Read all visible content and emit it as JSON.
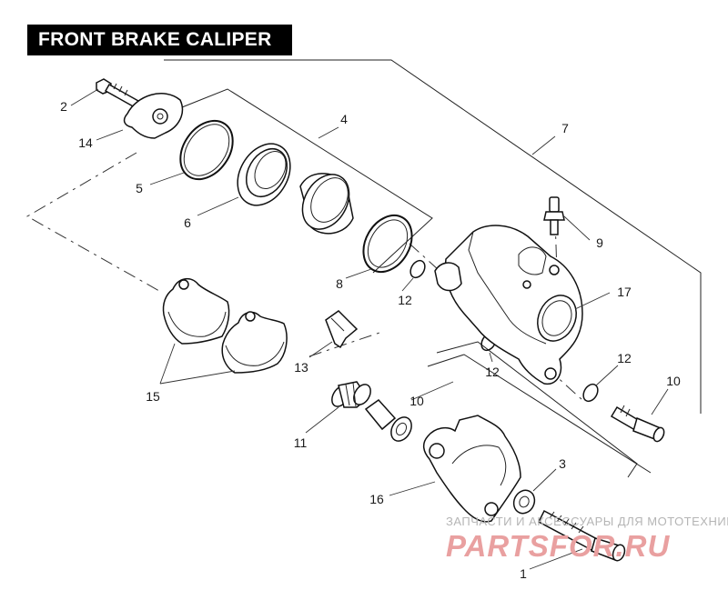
{
  "title": "FRONT BRAKE CALIPER",
  "callouts": {
    "c1": "1",
    "c2": "2",
    "c3": "3",
    "c4": "4",
    "c5": "5",
    "c6": "6",
    "c7": "7",
    "c8": "8",
    "c9": "9",
    "c10a": "10",
    "c10b": "10",
    "c11": "11",
    "c12a": "12",
    "c12b": "12",
    "c12c": "12",
    "c13": "13",
    "c14": "14",
    "c15": "15",
    "c16": "16",
    "c17": "17"
  },
  "watermark": {
    "top_text": "ЗАПЧАСТИ И АКСЕССУАРЫ ДЛЯ МОТОТЕХНИКИ",
    "brand": "PARTSFOR.RU"
  },
  "colors": {
    "title_bg": "#000000",
    "title_fg": "#ffffff",
    "line": "#111111",
    "watermark_brand": "#e9a0a0"
  }
}
